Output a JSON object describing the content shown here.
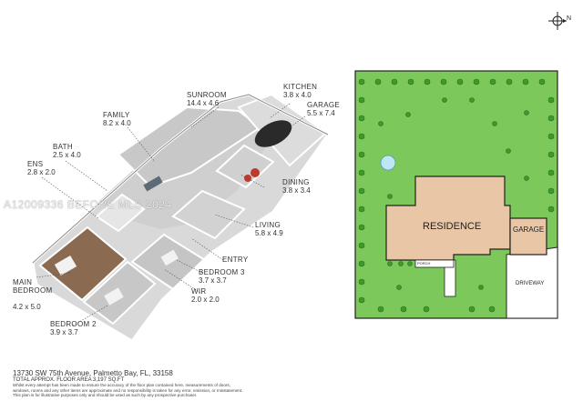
{
  "compass": {
    "north_label": "N",
    "icon": "compass-icon"
  },
  "watermark": "A12009336 BEFORE MLS 2024",
  "rooms": [
    {
      "id": "sunroom",
      "name": "SUNROOM",
      "dims": "14.4 x 4.6"
    },
    {
      "id": "kitchen",
      "name": "KITCHEN",
      "dims": "3.8 x 4.0"
    },
    {
      "id": "garage",
      "name": "GARAGE",
      "dims": "5.5 x 7.4"
    },
    {
      "id": "family",
      "name": "FAMILY",
      "dims": "8.2 x 4.0"
    },
    {
      "id": "bath",
      "name": "BATH",
      "dims": "2.5 x 4.0"
    },
    {
      "id": "ens",
      "name": "ENS",
      "dims": "2.8 x 2.0"
    },
    {
      "id": "dining",
      "name": "DINING",
      "dims": "3.8 x 3.4"
    },
    {
      "id": "living",
      "name": "LIVING",
      "dims": "5.8 x 4.9"
    },
    {
      "id": "entry",
      "name": "ENTRY",
      "dims": ""
    },
    {
      "id": "bedroom3",
      "name": "BEDROOM 3",
      "dims": "3.7 x 3.7"
    },
    {
      "id": "wir",
      "name": "WIR",
      "dims": "2.0 x 2.0"
    },
    {
      "id": "main_bedroom",
      "name": "MAIN\nBEDROOM",
      "dims": "4.2 x 5.0"
    },
    {
      "id": "bedroom2",
      "name": "BEDROOM 2",
      "dims": "3.9 x 3.7"
    }
  ],
  "site_plan": {
    "residence": "RESIDENCE",
    "garage": "GARAGE",
    "porch": "PORCH",
    "driveway": "DRIVEWAY",
    "colors": {
      "lawn": "#7cc85a",
      "building": "#e8c6a6",
      "outline": "#222222",
      "tree": "#3f9a2c"
    }
  },
  "footer": {
    "address": "13730 SW 75th Avenue, Palmetto Bay, FL, 33158",
    "total_area": "TOTAL APPROX. FLOOR AREA 3,197 SQ.FT",
    "disclaimer_lines": [
      "Whilst every attempt has been made to ensure the accuracy of the floor plan contained here, measurements of doors,",
      "windows, rooms and any other items are approximate and no responsibility is taken for any error, omission, or misstatement.",
      "This plan is for illustrative purposes only and should be used as such by any prospective purchaser."
    ]
  }
}
